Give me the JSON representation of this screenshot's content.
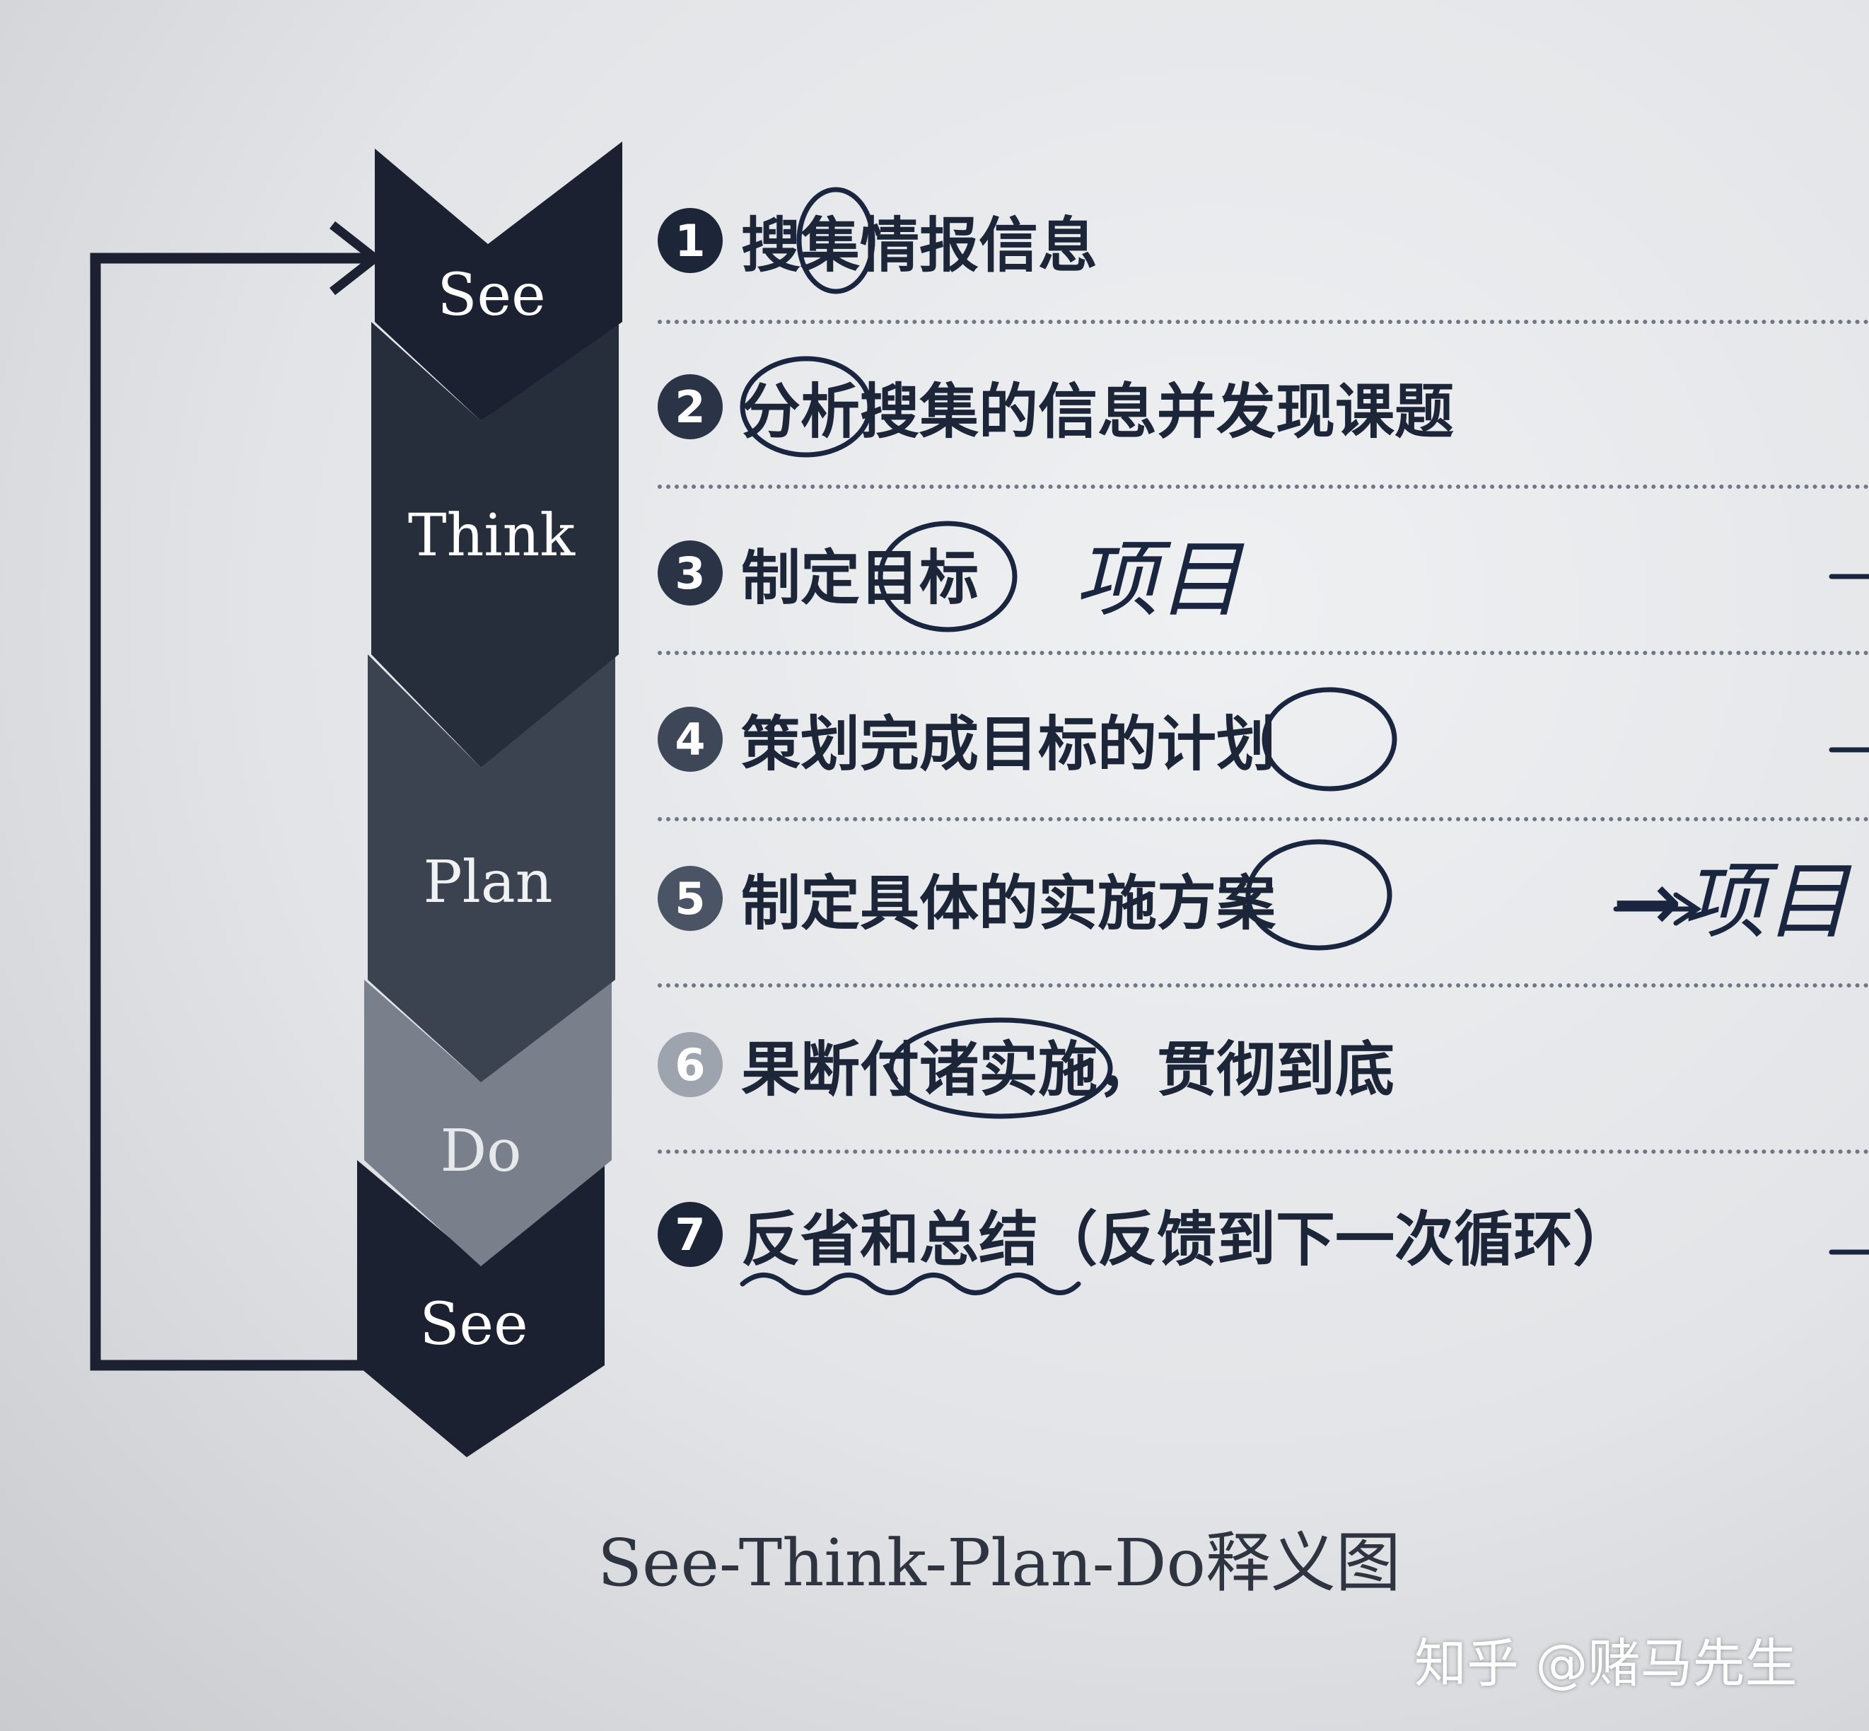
{
  "chevron_labels": [
    "See",
    "Think",
    "Plan",
    "Do",
    "See"
  ],
  "steps": [
    {
      "num": "1",
      "text": "搜集情报信息",
      "badge_color": "#1c2638"
    },
    {
      "num": "2",
      "text": "分析搜集的信息并发现课题",
      "badge_color": "#2a3446"
    },
    {
      "num": "3",
      "text": "制定目标",
      "badge_color": "#2a3446"
    },
    {
      "num": "4",
      "text": "策划完成目标的计划",
      "badge_color": "#3e4757"
    },
    {
      "num": "5",
      "text": "制定具体的实施方案",
      "badge_color": "#4b5464"
    },
    {
      "num": "6",
      "text": "果断付诸实施，贯彻到底",
      "badge_color": "#9ea4ad"
    },
    {
      "num": "7",
      "text": "反省和总结（反馈到下一次循环）",
      "badge_color": "#1c2638"
    }
  ],
  "handwritten_notes": [
    "项目",
    "→项目"
  ],
  "caption": "See-Think-Plan-Do释义图",
  "watermark": "知乎 @赌马先生",
  "colors": {
    "see": "#1b2130",
    "think": "#262e3c",
    "plan": "#3b4250",
    "do": "#7a808b",
    "ink": "#1a2540",
    "text": "#1c2638"
  }
}
